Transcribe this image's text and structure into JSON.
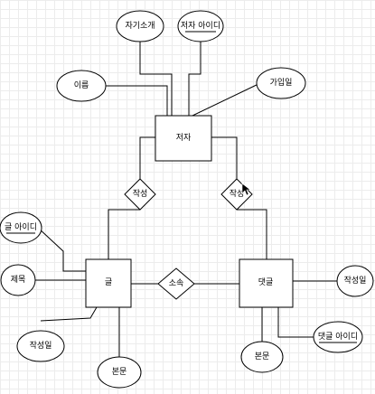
{
  "diagram": {
    "entities": {
      "author": "저자",
      "post": "글",
      "comment": "댓글"
    },
    "relationships": {
      "author_writes_post": "작성",
      "author_writes_comment": "작성",
      "post_has_comment": "소속"
    },
    "attributes": {
      "author_intro": "자기소개",
      "author_id": "저자 아이디",
      "author_name": "이름",
      "author_join_date": "가입일",
      "post_id": "글 아이디",
      "post_title": "제목",
      "post_date": "작성일",
      "post_body": "본문",
      "comment_date": "작성일",
      "comment_id": "댓글 아이디",
      "comment_body": "본문"
    },
    "key_attribute_color": "#000000"
  }
}
